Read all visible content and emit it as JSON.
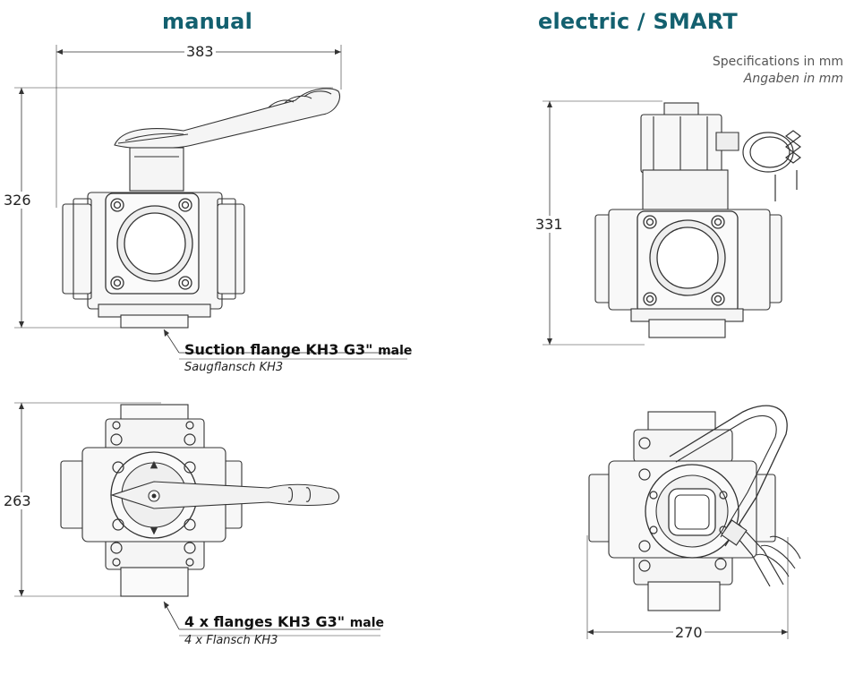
{
  "titles": {
    "manual": "manual",
    "electric": "electric / SMART"
  },
  "specs": {
    "en": "Specifications in mm",
    "de": "Angaben in mm"
  },
  "dimensions": {
    "manual_width": "383",
    "manual_height": "326",
    "manual_top_height": "263",
    "electric_height": "331",
    "electric_top_width": "270"
  },
  "callouts": {
    "suction_main": "Suction flange KH3  G3\"",
    "suction_unit": "male",
    "suction_sub": "Saugflansch KH3",
    "flanges_main": "4 x flanges KH3  G3\"",
    "flanges_unit": "male",
    "flanges_sub": "4 x Flansch KH3"
  },
  "colors": {
    "title": "#13606f",
    "line": "#333333",
    "fill": "#f2f2f2"
  }
}
